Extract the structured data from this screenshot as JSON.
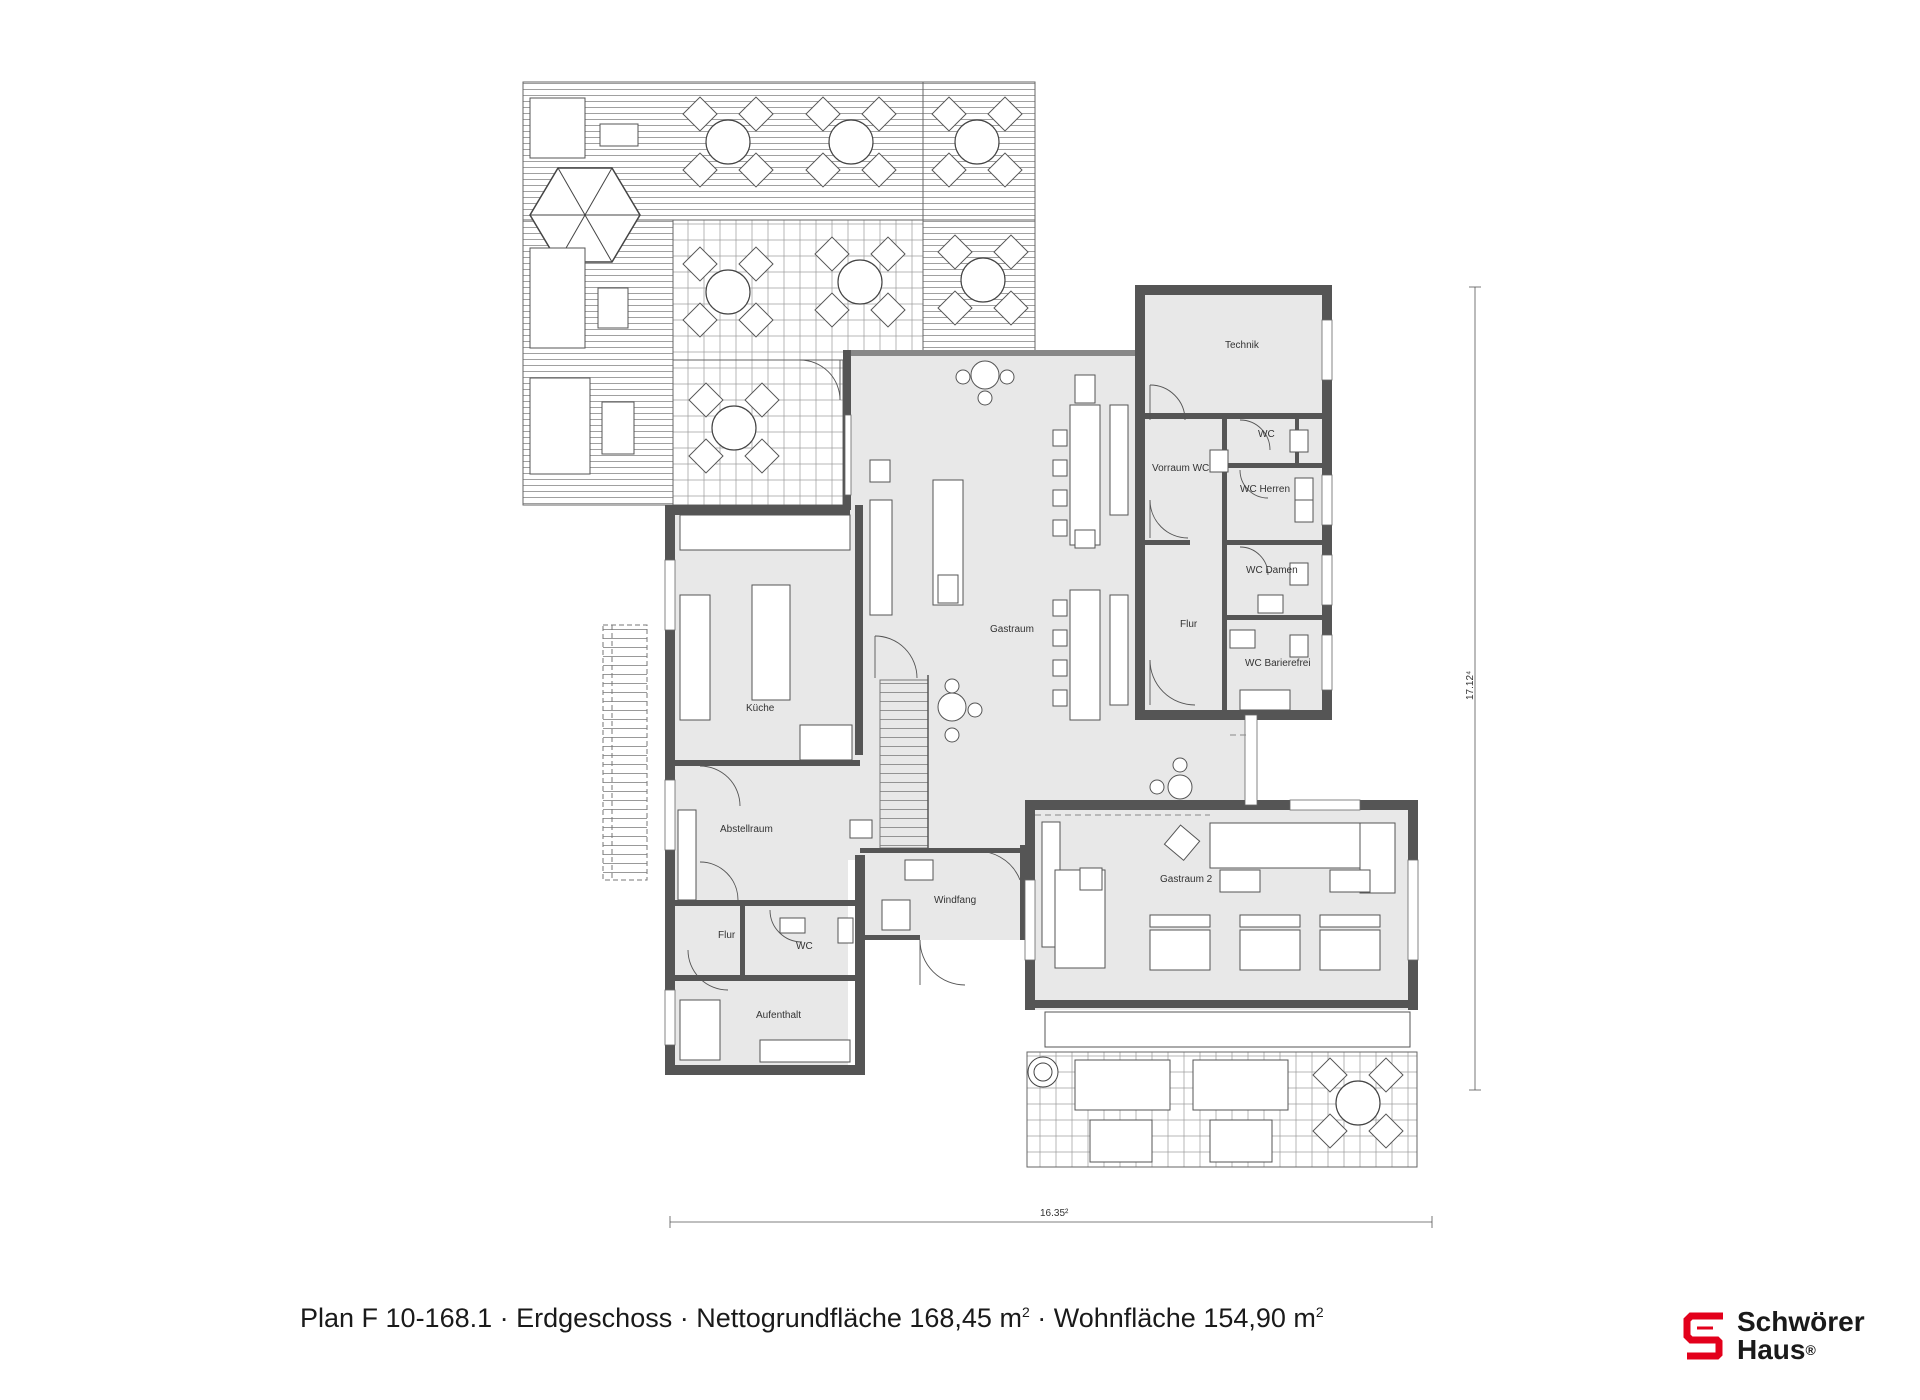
{
  "caption": {
    "plan": "Plan F 10-168.1",
    "sep": " · ",
    "floor": "Erdgeschoss",
    "net_label": "Nettogrundfläche 168,45 m",
    "net_sup": "2",
    "living_label": "Wohnfläche 154,90 m",
    "living_sup": "2"
  },
  "logo": {
    "line1": "Schwörer",
    "line2": "Haus",
    "mark": "®",
    "color": "#e3001b"
  },
  "dimensions": {
    "width": "16.35²",
    "depth": "17.12⁴"
  },
  "rooms": {
    "technik": "Technik",
    "wc": "WC",
    "vorraum_wc": "Vorraum WC",
    "wc_herren": "WC  Herren",
    "wc_damen": "WC Damen",
    "flur_right": "Flur",
    "wc_barrierefrei": "WC Barierefrei",
    "gastraum": "Gastraum",
    "kueche": "Küche",
    "abstellraum": "Abstellraum",
    "flur_left": "Flur",
    "wc_left": "WC",
    "aufenthalt": "Aufenthalt",
    "windfang": "Windfang",
    "gastraum2": "Gastraum 2"
  },
  "colors": {
    "wall": "#555555",
    "floor": "#e8e8e8",
    "terrace": "#ffffff",
    "line": "#666666"
  }
}
